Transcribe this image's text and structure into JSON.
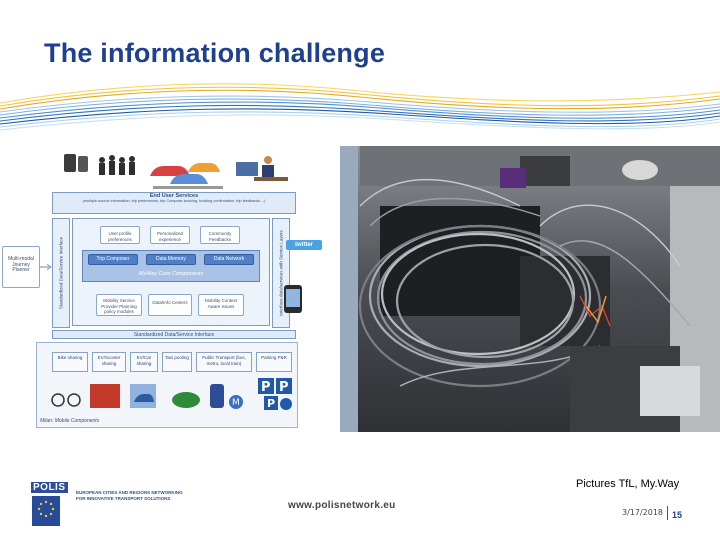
{
  "slide": {
    "title": "The information challenge",
    "caption": "Pictures TfL, My.Way",
    "date": "3/17/2018",
    "slide_number": "15"
  },
  "footer": {
    "logo_name": "POLIS",
    "logo_text": "EUROPEAN CITIES AND REGIONS NETWORKING FOR INNOVATIVE TRANSPORT SOLUTIONS",
    "url": "www.polisnetwork.eu"
  },
  "diagram": {
    "end_user_services": {
      "title": "End User Services",
      "subtitle": "(multiple-source information, trip preferences, trip Compose booking, booking confirmation, trip feedbacks ...)"
    },
    "left_panel": "Multi-modal Journey Planner",
    "left_interface": "Standardized Data/Service Interface",
    "right_interface": "Interface data/services with Service Layers",
    "core_boxes": [
      {
        "label": "User profile preferences"
      },
      {
        "label": "Personalized experience"
      },
      {
        "label": "Community Feedbacks"
      }
    ],
    "engine_boxes": [
      "Trip Composer",
      "Data Memory",
      "Data Network"
    ],
    "core_label": "MyWay Core Components",
    "lower_boxes": [
      "Mobility Service Provider Planning policy modules",
      "Data/Info Centers",
      "Mobility Context Aware issues"
    ],
    "bottom_band": "Standardized Data/Service Interface",
    "modes": [
      "Bike sharing",
      "EV/Scooter sharing",
      "EV/Car sharing",
      "Taxi pooling",
      "Public Transport (bus, metro, local train)",
      "Parking P&R"
    ],
    "map_label": "Milan: Mobile Components",
    "social_label": "twitter"
  },
  "colors": {
    "title": "#1f3f8f",
    "accent": "#4f7fc6"
  }
}
